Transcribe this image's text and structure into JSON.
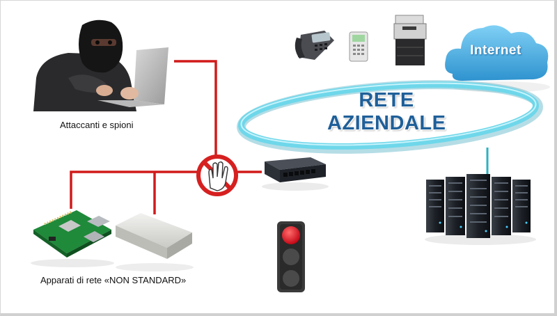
{
  "labels": {
    "attackers": "Attaccanti e spioni",
    "non_standard_devices": "Apparati di rete «NON STANDARD»",
    "network_title_line1": "RETE",
    "network_title_line2": "AZIENDALE",
    "internet": "Internet"
  },
  "colors": {
    "connection_line": "#d11a1a",
    "network_ring": "#49c6dc",
    "network_text": "#1f5f99",
    "cloud": "#58b8ea",
    "server_link": "#2bb3c0",
    "stop_sign": "#d62020",
    "traffic_light_red": "#e0101a"
  },
  "icons": [
    "hacker-icon",
    "stop-hand-icon",
    "network-switch-icon",
    "raspberry-pi-board-icon",
    "router-box-icon",
    "traffic-light-icon",
    "ip-phone-icon",
    "access-terminal-icon",
    "printer-icon",
    "cloud-icon",
    "server-rack-icon"
  ]
}
